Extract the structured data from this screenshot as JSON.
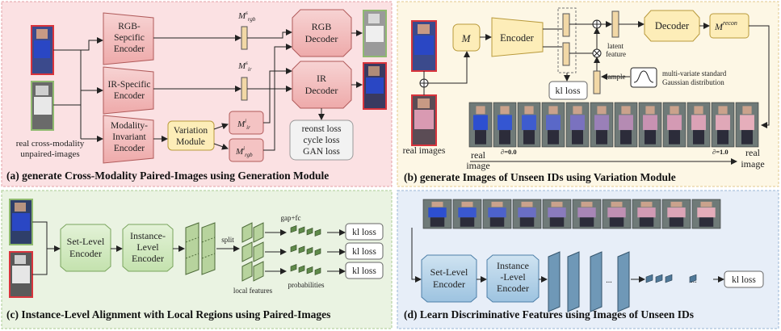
{
  "panel_a": {
    "real_images_label_1": "real cross-modality",
    "real_images_label_2": "unpaired-images",
    "rgb_encoder": [
      "RGB-",
      "Sepcific",
      "Encoder"
    ],
    "ir_encoder": [
      "IR-Specific",
      "Encoder"
    ],
    "mi_encoder": [
      "Modality-",
      "Invariant",
      "Encoder"
    ],
    "variation_module": [
      "Variation",
      "Module"
    ],
    "m_s_rgb": "M",
    "m_s_rgb_sup": "s",
    "m_s_rgb_sub": "rgb",
    "m_s_ir": "M",
    "m_s_ir_sup": "s",
    "m_s_ir_sub": "ir",
    "m_i_ir": "M",
    "m_i_ir_sup": "i",
    "m_i_ir_sub": "ir",
    "m_i_rgb": "M",
    "m_i_rgb_sup": "i",
    "m_i_rgb_sub": "rgb",
    "rgb_decoder": [
      "RGB",
      "Decoder"
    ],
    "ir_decoder": [
      "IR",
      "Decoder"
    ],
    "losses": [
      "reonst loss",
      "cycle loss",
      "GAN loss"
    ],
    "caption": "(a) generate Cross-Modality Paired-Images using Generation Module"
  },
  "panel_b": {
    "m_label": "M",
    "encoder": "Encoder",
    "decoder": "Decoder",
    "m_recon": "M",
    "m_recon_sup": "recon",
    "kl_loss": "kl loss",
    "latent_feature": [
      "latent",
      "feature"
    ],
    "sample": "sample",
    "gaussian_label": [
      "multi-variate standard",
      "Gaussian distribution"
    ],
    "real_images": "real images",
    "real_image_left": [
      "real",
      "image"
    ],
    "real_image_right": [
      "real",
      "image"
    ],
    "delta_0": "∂=0.0",
    "delta_1": "∂=1.0",
    "caption": "(b) generate Images of Unseen IDs using Variation Module"
  },
  "panel_c": {
    "set_encoder": [
      "Set-Level",
      "Encoder"
    ],
    "inst_encoder": [
      "Instance-",
      "Level",
      "Encoder"
    ],
    "split": "split",
    "gap_fc": "gap+fc",
    "local_features": "local features",
    "probabilities": "probabilities",
    "kl_losses": [
      "kl loss",
      "kl loss",
      "kl loss"
    ],
    "caption": "(c) Instance-Level Alignment with Local Regions using Paired-Images"
  },
  "panel_d": {
    "set_encoder": [
      "Set-Level",
      "Encoder"
    ],
    "inst_encoder": [
      "Instance",
      "-Level",
      "Encoder"
    ],
    "dots_1": "...",
    "dots_2": "...",
    "kl_loss": "kl loss",
    "caption": "(d) Learn Discriminative Features using Images of Unseen IDs"
  },
  "colors": {
    "panel_a_bg": "#fbe1e3",
    "panel_b_bg": "#fdf7e5",
    "panel_c_bg": "#eaf3e2",
    "panel_d_bg": "#e7eef8",
    "pink_box": "#f4c3c3",
    "yellow_box": "#fdedb8",
    "green_box": "#d6ecc6",
    "blue_box": "#b7d5ea",
    "loss_box": "#f2f2f2"
  }
}
